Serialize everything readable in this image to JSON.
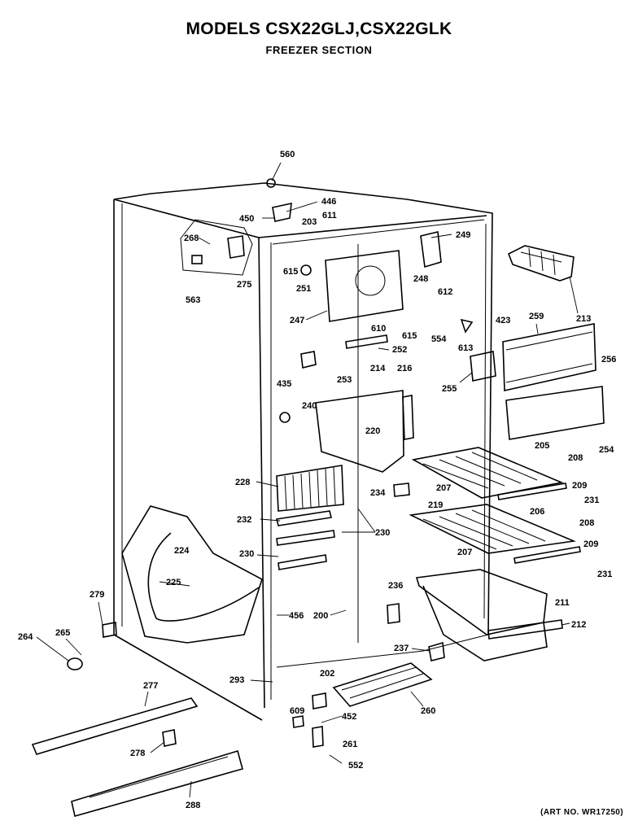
{
  "header": {
    "title": "MODELS CSX22GLJ,CSX22GLK",
    "subtitle": "FREEZER SECTION"
  },
  "footer": {
    "art_note": "(ART NO. WR17250)"
  },
  "parts": [
    {
      "id": "p560",
      "text": "560"
    },
    {
      "id": "p446",
      "text": "446"
    },
    {
      "id": "p450",
      "text": "450"
    },
    {
      "id": "p203",
      "text": "203"
    },
    {
      "id": "p611",
      "text": "611"
    },
    {
      "id": "p268",
      "text": "268"
    },
    {
      "id": "p249",
      "text": "249"
    },
    {
      "id": "p615a",
      "text": "615"
    },
    {
      "id": "p251",
      "text": "251"
    },
    {
      "id": "p275",
      "text": "275"
    },
    {
      "id": "p563",
      "text": "563"
    },
    {
      "id": "p248",
      "text": "248"
    },
    {
      "id": "p612",
      "text": "612"
    },
    {
      "id": "p213",
      "text": "213"
    },
    {
      "id": "p247",
      "text": "247"
    },
    {
      "id": "p610",
      "text": "610"
    },
    {
      "id": "p615b",
      "text": "615"
    },
    {
      "id": "p554",
      "text": "554"
    },
    {
      "id": "p423",
      "text": "423"
    },
    {
      "id": "p259",
      "text": "259"
    },
    {
      "id": "p256",
      "text": "256"
    },
    {
      "id": "p252",
      "text": "252"
    },
    {
      "id": "p613",
      "text": "613"
    },
    {
      "id": "p435",
      "text": "435"
    },
    {
      "id": "p253",
      "text": "253"
    },
    {
      "id": "p214",
      "text": "214"
    },
    {
      "id": "p216",
      "text": "216"
    },
    {
      "id": "p255",
      "text": "255"
    },
    {
      "id": "p240",
      "text": "240"
    },
    {
      "id": "p220",
      "text": "220"
    },
    {
      "id": "p254",
      "text": "254"
    },
    {
      "id": "p205",
      "text": "205"
    },
    {
      "id": "p208a",
      "text": "208"
    },
    {
      "id": "p228",
      "text": "228"
    },
    {
      "id": "p234",
      "text": "234"
    },
    {
      "id": "p207a",
      "text": "207"
    },
    {
      "id": "p209a",
      "text": "209"
    },
    {
      "id": "p231a",
      "text": "231"
    },
    {
      "id": "p219",
      "text": "219"
    },
    {
      "id": "p232",
      "text": "232"
    },
    {
      "id": "p206",
      "text": "206"
    },
    {
      "id": "p208b",
      "text": "208"
    },
    {
      "id": "p230a",
      "text": "230"
    },
    {
      "id": "p224",
      "text": "224"
    },
    {
      "id": "p230b",
      "text": "230"
    },
    {
      "id": "p209b",
      "text": "209"
    },
    {
      "id": "p207b",
      "text": "207"
    },
    {
      "id": "p231b",
      "text": "231"
    },
    {
      "id": "p225",
      "text": "225"
    },
    {
      "id": "p211",
      "text": "211"
    },
    {
      "id": "p279",
      "text": "279"
    },
    {
      "id": "p236",
      "text": "236"
    },
    {
      "id": "p456",
      "text": "456"
    },
    {
      "id": "p200",
      "text": "200"
    },
    {
      "id": "p212",
      "text": "212"
    },
    {
      "id": "p264",
      "text": "264"
    },
    {
      "id": "p265",
      "text": "265"
    },
    {
      "id": "p237",
      "text": "237"
    },
    {
      "id": "p202",
      "text": "202"
    },
    {
      "id": "p293",
      "text": "293"
    },
    {
      "id": "p277",
      "text": "277"
    },
    {
      "id": "p609",
      "text": "609"
    },
    {
      "id": "p452",
      "text": "452"
    },
    {
      "id": "p260",
      "text": "260"
    },
    {
      "id": "p261",
      "text": "261"
    },
    {
      "id": "p278",
      "text": "278"
    },
    {
      "id": "p552",
      "text": "552"
    },
    {
      "id": "p288",
      "text": "288"
    }
  ]
}
